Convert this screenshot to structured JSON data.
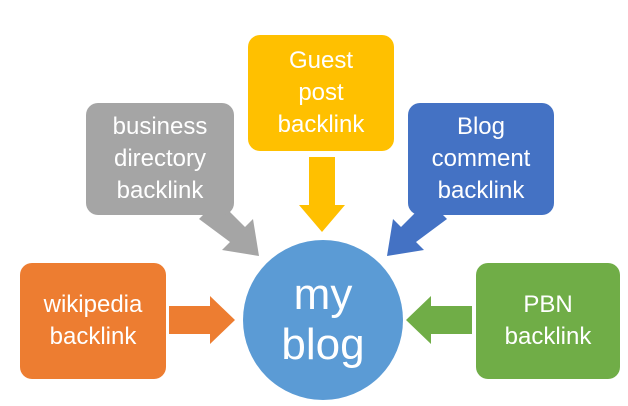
{
  "diagram": {
    "center": {
      "label": "my\nblog",
      "color": "#5b9bd5"
    },
    "sources": [
      {
        "id": "guest",
        "label": "Guest\npost\nbacklink",
        "color": "#ffc000",
        "icon": "arrow-down-icon"
      },
      {
        "id": "directory",
        "label": "business\ndirectory\nbacklink",
        "color": "#a5a5a5",
        "icon": "arrow-down-right-icon"
      },
      {
        "id": "comment",
        "label": "Blog\ncomment\nbacklink",
        "color": "#4472c4",
        "icon": "arrow-down-left-icon"
      },
      {
        "id": "wikipedia",
        "label": "wikipedia\nbacklink",
        "color": "#ed7d31",
        "icon": "arrow-right-icon"
      },
      {
        "id": "pbn",
        "label": "PBN\nbacklink",
        "color": "#70ad47",
        "icon": "arrow-left-icon"
      }
    ]
  }
}
